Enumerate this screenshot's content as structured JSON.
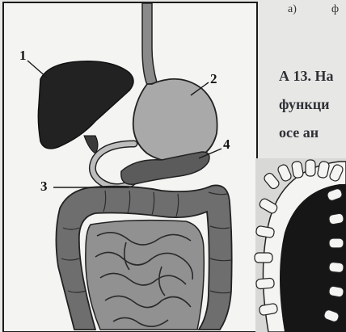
{
  "diagram": {
    "labels": [
      "1",
      "2",
      "3",
      "4"
    ]
  },
  "background_page": {
    "header_fragment": "а)",
    "header_fragment_2": "ф",
    "line_1": "А 13. На",
    "line_2": "функци",
    "line_3": "осе ан"
  },
  "colors": {
    "panel": "#f4f4f2",
    "liver": "#222222",
    "stomach": "#a9a9a9",
    "colon": "#6e6e6e",
    "small_intestine": "#909090",
    "pancreas": "#5b5b5b",
    "villus_dark": "#161616"
  }
}
